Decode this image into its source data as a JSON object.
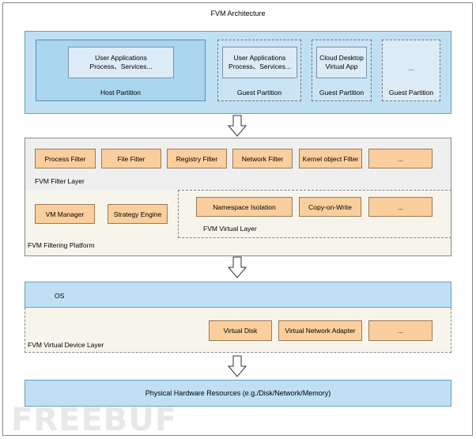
{
  "title": "FVM Architecture",
  "partitions": {
    "host": {
      "inner_line1": "User Applications",
      "inner_line2": "Process、Services...",
      "label": "Host Partition"
    },
    "guest1": {
      "inner_line1": "User Applications",
      "inner_line2": "Process、Services...",
      "label": "Guest Partition"
    },
    "guest2": {
      "inner_line1": "Cloud Desktop",
      "inner_line2": "Virtual App",
      "label": "Guest Partition"
    },
    "guest3": {
      "inner": "...",
      "label": "Guest Partition"
    }
  },
  "filter_layer": {
    "label": "FVM Filter Layer",
    "filters": [
      "Process Filter",
      "File Filter",
      "Registry Filter",
      "Network Filter",
      "Kernel object Filter",
      "..."
    ]
  },
  "filtering_platform": {
    "label": "FVM Filtering Platform",
    "items": [
      "VM Manager",
      "Strategy Engine"
    ]
  },
  "virtual_layer": {
    "label": "FVM Virtual Layer",
    "items": [
      "Namespace Isolation",
      "Copy-on-Write",
      "..."
    ]
  },
  "os": {
    "label": "OS"
  },
  "virtual_device_layer": {
    "label": "FVM Virtual Device Layer",
    "items": [
      "Virtual Disk",
      "Virtual Network Adapter",
      "..."
    ]
  },
  "hardware": {
    "label": "Physical Hardware Resources (e.g./Disk/Network/Memory)"
  },
  "watermark": "FREEBUF",
  "colors": {
    "blue": "#bfe0f3",
    "orange": "#fbcf9d",
    "gray": "#efefef",
    "cream": "#f7f4ec"
  }
}
